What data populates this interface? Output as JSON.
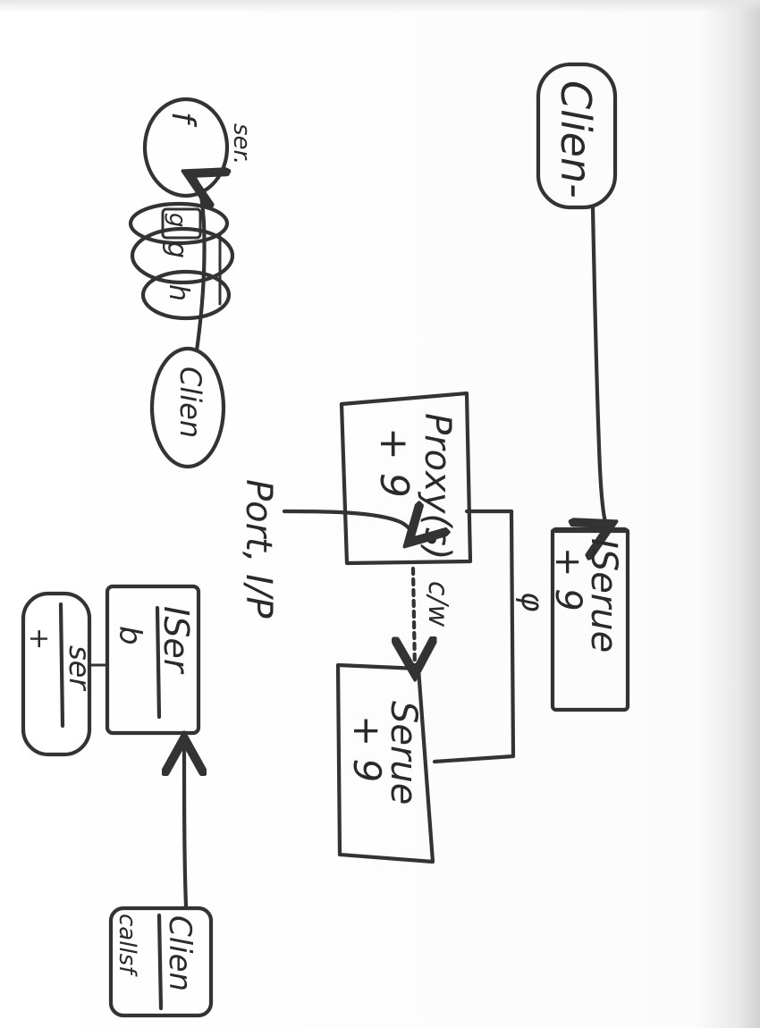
{
  "colors": {
    "ink": "#333333",
    "paper": "#ffffff"
  },
  "labels": {
    "client": "Clien-",
    "iserver": "ISerue",
    "iserver_type": "+ 9",
    "sep_phi": "φ",
    "proxy": "Proxy(s)",
    "proxy_type": "+ 9",
    "port_label": "Port, I/P",
    "cw_label": "c/w",
    "server": "Serue",
    "server_type": "+ 9",
    "sequence_server": "ser.",
    "sequence_f": "f",
    "sequence_g_box": "g",
    "sequence_g": "g",
    "sequence_h": "h",
    "sequence_client": "Clien",
    "iser_box": "ISer",
    "iser_type": "b",
    "ser_box": "ser",
    "ser_type": "+",
    "client_box": "Clien",
    "client_sub": "callsf"
  }
}
